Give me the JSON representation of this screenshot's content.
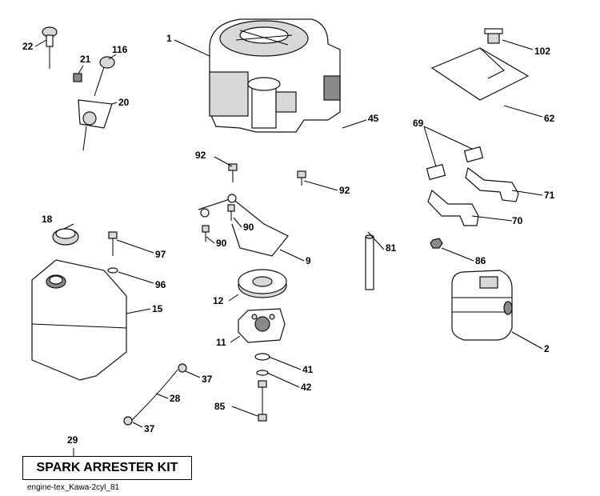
{
  "labels": {
    "p1": "1",
    "p2": "2",
    "p9": "9",
    "p11": "11",
    "p12": "12",
    "p15": "15",
    "p18": "18",
    "p20": "20",
    "p21": "21",
    "p22": "22",
    "p28": "28",
    "p29": "29",
    "p37a": "37",
    "p37b": "37",
    "p41": "41",
    "p42": "42",
    "p45": "45",
    "p62": "62",
    "p69": "69",
    "p70": "70",
    "p71": "71",
    "p81": "81",
    "p85": "85",
    "p86": "86",
    "p90a": "90",
    "p90b": "90",
    "p92a": "92",
    "p92b": "92",
    "p96": "96",
    "p97": "97",
    "p102": "102",
    "p116": "116"
  },
  "kit_label": "SPARK ARRESTER KIT",
  "footer": "engine-tex_Kawa-2cyl_81"
}
